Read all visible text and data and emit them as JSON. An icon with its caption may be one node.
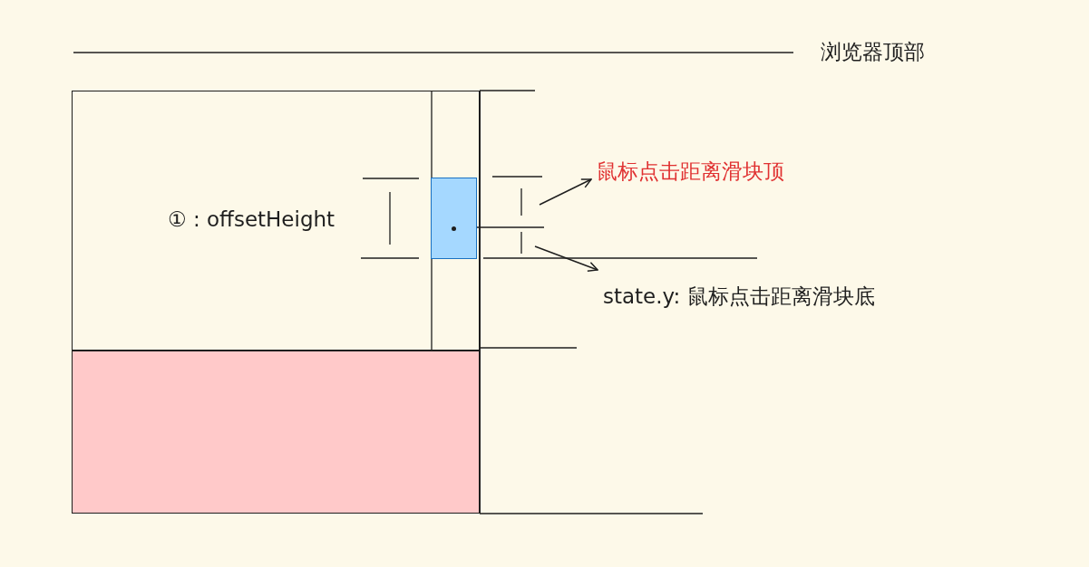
{
  "diagram": {
    "nodes": [
      {
        "text": [],
        "shape": "box"
      },
      {
        "text": [],
        "shape": "box",
        "in": 0
      },
      {
        "text": [],
        "shape": "box"
      },
      {
        "text": [
          "鼠标点击距离滑块顶"
        ]
      },
      {
        "text": [
          "state.y: 鼠标点击距离滑块底"
        ]
      }
    ],
    "edges": [
      {
        "from": null,
        "to": 3,
        "arrow": "to"
      },
      {
        "from": null,
        "to": 4,
        "arrow": "to"
      }
    ],
    "labels": [
      "浏览器顶部",
      "① : offsetHeight"
    ]
  }
}
